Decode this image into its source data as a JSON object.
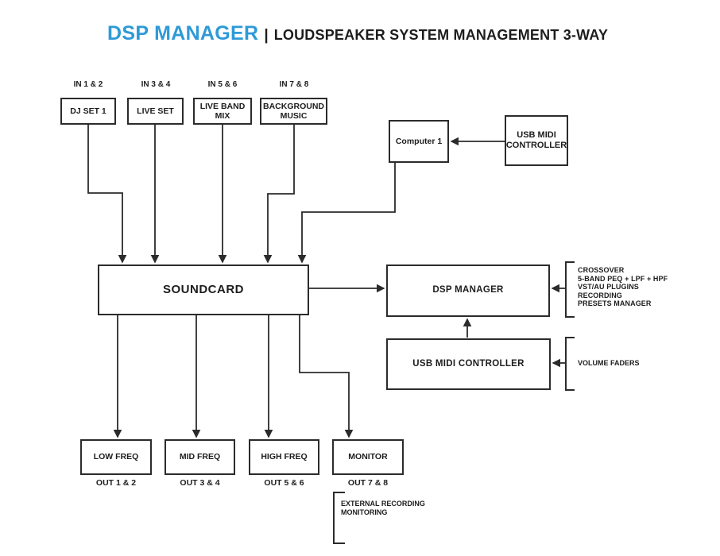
{
  "title": {
    "brand": "DSP MANAGER",
    "separator": "|",
    "rest": "LOUDSPEAKER SYSTEM MANAGEMENT 3-WAY"
  },
  "colors": {
    "accent_blue": "#2E9AD7",
    "line": "#2b2b2b",
    "text": "#1d1d1d",
    "background": "#ffffff"
  },
  "inputs": [
    {
      "port": "IN 1 & 2",
      "label": "DJ SET 1"
    },
    {
      "port": "IN 3 & 4",
      "label": "LIVE SET"
    },
    {
      "port": "IN 5 & 6",
      "label": "LIVE BAND MIX"
    },
    {
      "port": "IN 7 & 8",
      "label": "BACKGROUND MUSIC"
    }
  ],
  "nodes": {
    "computer": "Computer 1",
    "usb_midi_top": "USB MIDI CONTROLLER",
    "soundcard": "SOUNDCARD",
    "dsp_manager": "DSP MANAGER",
    "usb_midi_bottom": "USB MIDI CONTROLLER"
  },
  "outputs": [
    {
      "label": "LOW FREQ",
      "port": "OUT 1 & 2"
    },
    {
      "label": "MID FREQ",
      "port": "OUT 3 & 4"
    },
    {
      "label": "HIGH FREQ",
      "port": "OUT 5 & 6"
    },
    {
      "label": "MONITOR",
      "port": "OUT 7 & 8"
    }
  ],
  "annotations": {
    "dsp_features": [
      "CROSSOVER",
      "5-BAND PEQ + LPF + HPF",
      "VST/AU PLUGINS",
      "RECORDING",
      "PRESETS MANAGER"
    ],
    "volume_faders": "VOLUME FADERS",
    "external_recording": [
      "EXTERNAL RECORDING",
      "MONITORING"
    ]
  }
}
